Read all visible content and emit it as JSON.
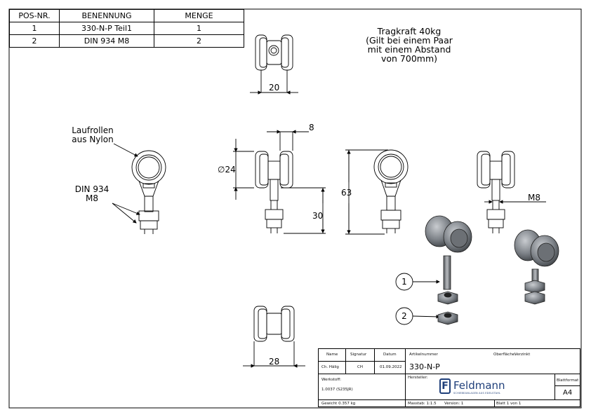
{
  "bom": {
    "headers": [
      "POS-NR.",
      "BENENNUNG",
      "MENGE"
    ],
    "rows": [
      {
        "pos": "1",
        "name": "330-N-P Teil1",
        "qty": "1"
      },
      {
        "pos": "2",
        "name": "DIN 934 M8",
        "qty": "2"
      }
    ]
  },
  "note": {
    "l1": "Tragkraft 40kg",
    "l2": "(Gilt bei einem Paar",
    "l3": "mit einem Abstand",
    "l4": "von 700mm)"
  },
  "callouts": {
    "rollers_l1": "Laufrollen",
    "rollers_l2": "aus Nylon",
    "nut_l1": "DIN 934",
    "nut_l2": "M8"
  },
  "dims": {
    "top_width": "20",
    "wheel_width": "8",
    "diameter": "∅24",
    "stem": "30",
    "height": "63",
    "thread": "M8",
    "bottom_width": "28"
  },
  "balloons": {
    "b1": "1",
    "b2": "2"
  },
  "titleblock": {
    "name_label": "Name",
    "sig_label": "Signatur",
    "date_label": "Datum",
    "art_label": "Artikelnummer",
    "surface_label": "Oberfläche:",
    "surface_val": "Verzinkt",
    "name_val": "Ch. Hälig",
    "sig_val": "CH",
    "date_val": "01.09.2022",
    "art_val": "330-N-P",
    "material_label": "Werkstoff:",
    "material_val": "1.0037 (S235JR)",
    "maker_label": "Hersteller:",
    "brand": "Feldmann",
    "brand_sub": "SCHIEBEANLAGEN AUS EDELSTAHL",
    "format_label": "Blattformat",
    "format_val": "A4",
    "weight": "Gewicht 0.357 kg",
    "scale": "Masstab: 1:1.5",
    "version": "Version: 1",
    "sheet": "Blatt 1 von 1"
  }
}
